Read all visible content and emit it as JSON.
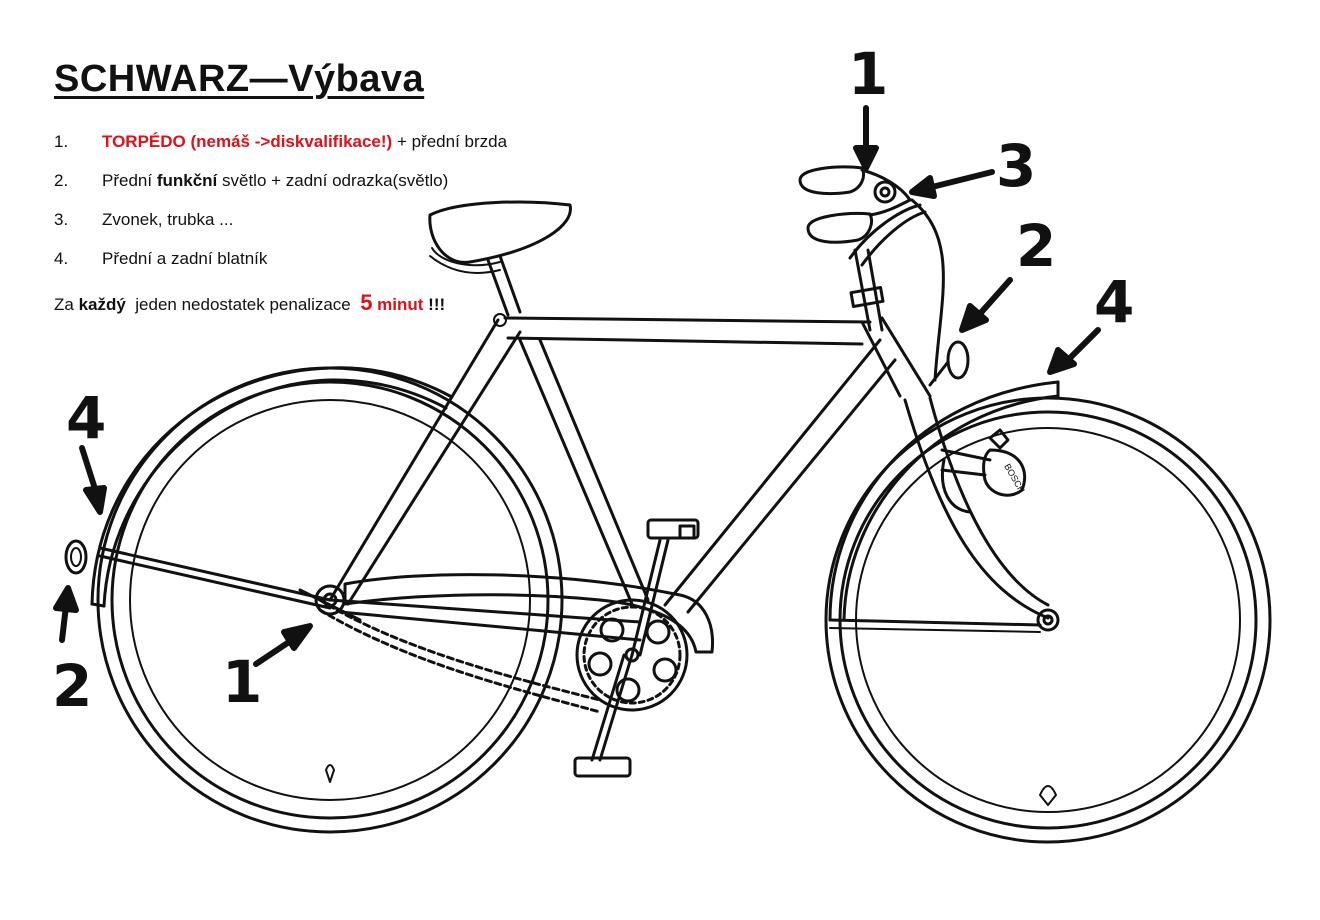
{
  "title": "SCHWARZ—Výbava",
  "rules": [
    {
      "num": "1.",
      "red": "TORPÉDO (nemáš ->diskvalifikace!)",
      "text": " + přední brzda"
    },
    {
      "num": "2.",
      "pre": "Přední ",
      "bold": "funkční",
      "text": " světlo + zadní odrazka(světlo)"
    },
    {
      "num": "3.",
      "text": "Zvonek, trubka ..."
    },
    {
      "num": "4.",
      "text": "Přední a zadní blatník"
    }
  ],
  "penalty": {
    "pre": "Za ",
    "bold": "každý",
    "mid": "  jeden nedostatek penalizace  ",
    "number": "5",
    "unit": " minut",
    "end": " !!!"
  },
  "dynamo_label": "BOSCH",
  "callouts": {
    "brake_top": "1",
    "bell": "3",
    "front_light": "2",
    "front_fender": "4",
    "rear_fender": "4",
    "rear_light": "2",
    "torpedo_hub": "1"
  }
}
